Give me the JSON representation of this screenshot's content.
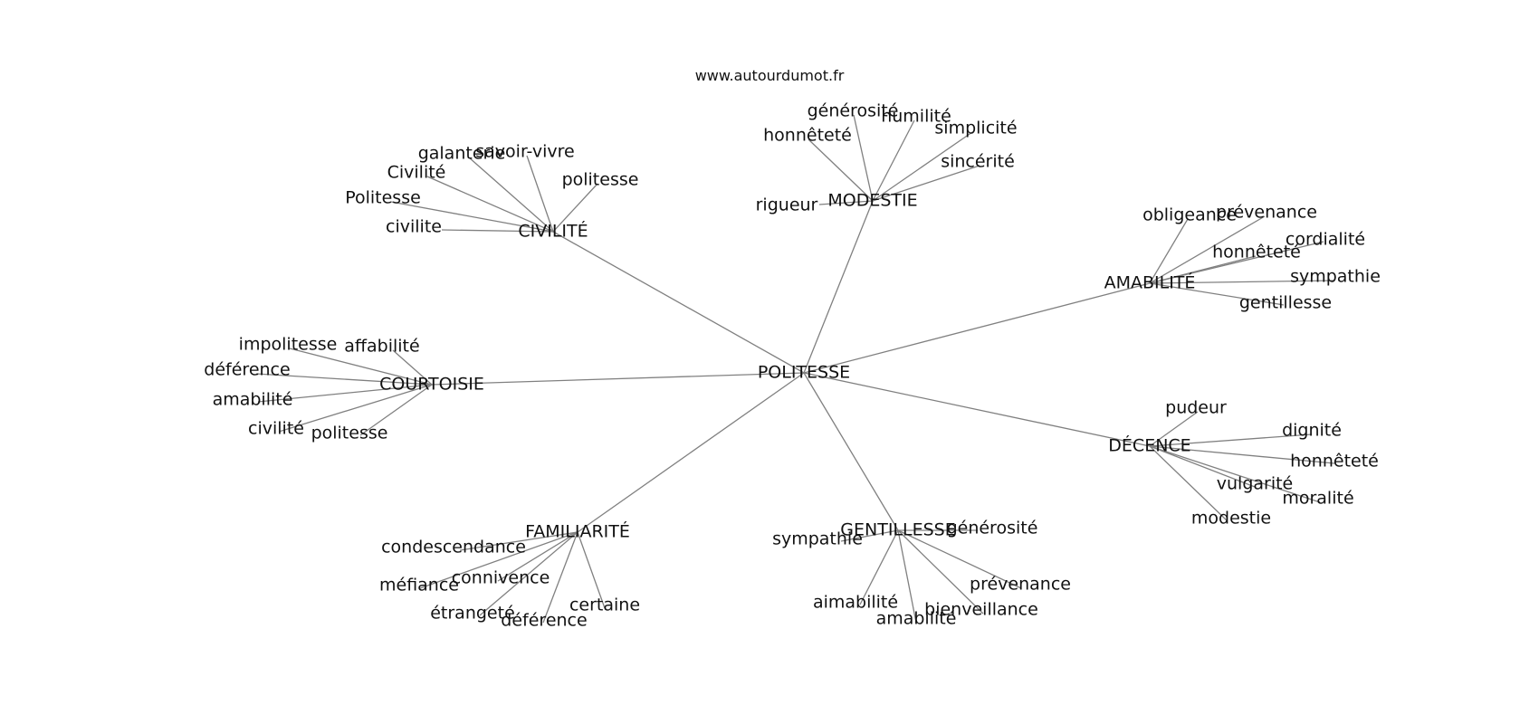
{
  "source": "www.autourdumot.fr",
  "center": "POLITESSE",
  "hubs": [
    {
      "label": "CIVILITÉ",
      "leaves": [
        "galanterie",
        "savoir-vivre",
        "Civilité",
        "politesse",
        "Politesse",
        "civilite"
      ]
    },
    {
      "label": "MODESTIE",
      "leaves": [
        "générosité",
        "humilité",
        "honnêteté",
        "simplicité",
        "sincérité",
        "rigueur"
      ]
    },
    {
      "label": "AMABILITÉ",
      "leaves": [
        "obligeance",
        "prévenance",
        "cordialité",
        "honnêteté",
        "sympathie",
        "gentillesse"
      ]
    },
    {
      "label": "COURTOISIE",
      "leaves": [
        "impolitesse",
        "affabilité",
        "déférence",
        "amabilité",
        "civilité",
        "politesse"
      ]
    },
    {
      "label": "DÉCENCE",
      "leaves": [
        "pudeur",
        "dignité",
        "honnêteté",
        "vulgarité",
        "moralité",
        "modestie"
      ]
    },
    {
      "label": "FAMILIARITÉ",
      "leaves": [
        "condescendance",
        "méfiance",
        "connivence",
        "étrangeté",
        "déférence",
        "certaine"
      ]
    },
    {
      "label": "GENTILLESSE",
      "leaves": [
        "générosité",
        "sympathie",
        "prévenance",
        "aimabilité",
        "amabilité",
        "bienveillance"
      ]
    }
  ]
}
